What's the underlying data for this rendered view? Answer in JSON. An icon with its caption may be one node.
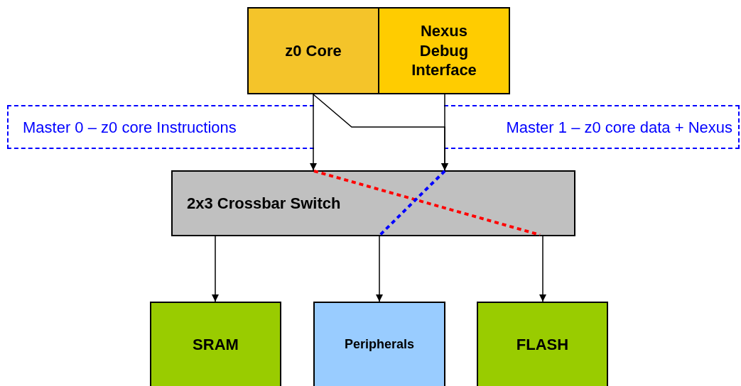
{
  "diagram": {
    "nodes": [
      {
        "text": [
          "z0 Core"
        ]
      },
      {
        "text": [
          "Nexus Debug Interface"
        ]
      },
      {
        "text": [
          "Master 0 – z0 core Instructions"
        ]
      },
      {
        "text": [
          "Master 1 – z0 core data + Nexus"
        ]
      },
      {
        "text": [
          "2x3 Crossbar Switch"
        ]
      },
      {
        "text": [
          "SRAM"
        ]
      },
      {
        "text": [
          "Peripherals"
        ]
      },
      {
        "text": [
          "FLASH"
        ]
      }
    ],
    "edges": [
      {
        "from": 0,
        "to": 4,
        "arrow": "to"
      },
      {
        "from": 1,
        "to": 4,
        "arrow": "to"
      },
      {
        "from": 0,
        "to": 4,
        "arrow": "to"
      },
      {
        "from": 4,
        "to": 5,
        "arrow": "to"
      },
      {
        "from": 4,
        "to": 6,
        "arrow": "to"
      },
      {
        "from": 4,
        "to": 7,
        "arrow": "to"
      }
    ]
  }
}
